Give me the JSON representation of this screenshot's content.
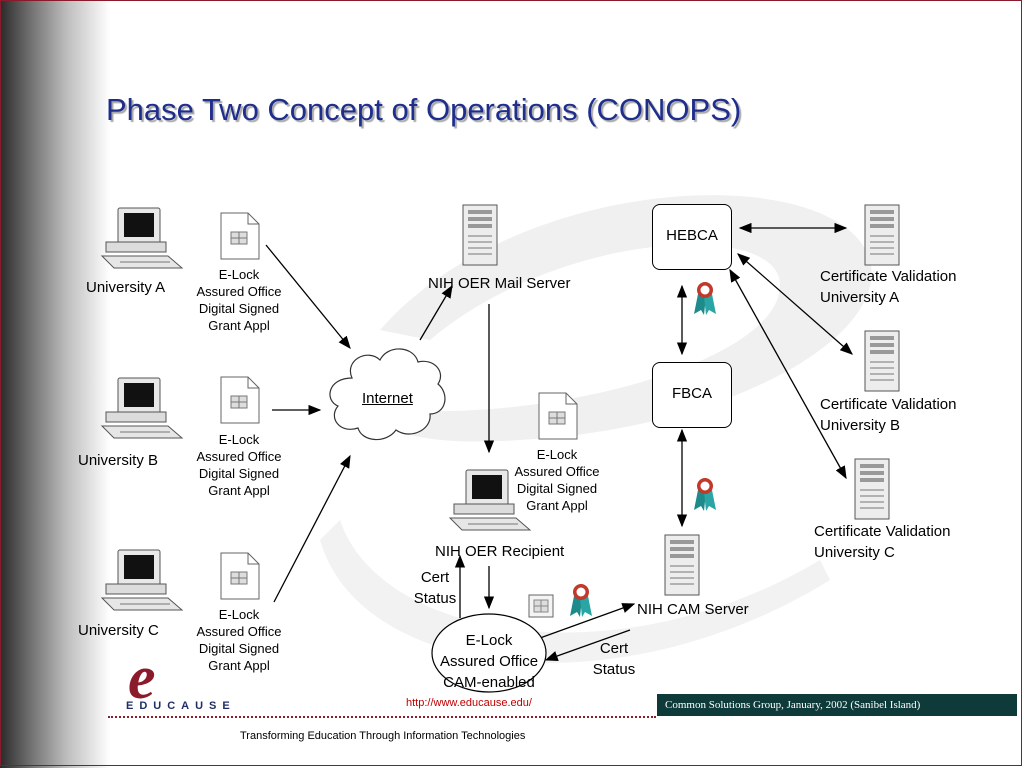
{
  "title": "Phase Two Concept of Operations (CONOPS)",
  "universities": [
    {
      "name": "University A",
      "doc_lines": [
        "E-Lock",
        "Assured Office",
        "Digital Signed",
        "Grant Appl"
      ]
    },
    {
      "name": "University B",
      "doc_lines": [
        "E-Lock",
        "Assured Office",
        "Digital Signed",
        "Grant Appl"
      ]
    },
    {
      "name": "University C",
      "doc_lines": [
        "E-Lock",
        "Assured Office",
        "Digital Signed",
        "Grant Appl"
      ]
    }
  ],
  "internet": "Internet",
  "mail_server": "NIH OER Mail Server",
  "recipient": {
    "name": "NIH OER Recipient",
    "doc_lines": [
      "E-Lock",
      "Assured Office",
      "Digital Signed",
      "Grant Appl"
    ]
  },
  "hebca": "HEBCA",
  "fbca": "FBCA",
  "cam_server": "NIH CAM Server",
  "cert_validation": [
    {
      "line1": "Certificate Validation",
      "line2": "University A"
    },
    {
      "line1": "Certificate Validation",
      "line2": "University B"
    },
    {
      "line1": "Certificate Validation",
      "line2": "University C"
    }
  ],
  "elock_oval": [
    "E-Lock",
    "Assured Office",
    "CAM-enabled"
  ],
  "cert_status_left": [
    "Cert",
    "Status"
  ],
  "cert_status_right": [
    "Cert",
    "Status"
  ],
  "footer": {
    "url": "http://www.educause.edu/",
    "tagline": "Transforming Education Through Information Technologies",
    "credit": "Common Solutions Group, January, 2002 (Sanibel Island)",
    "brand": "EDUCAUSE",
    "brand_letter": "e"
  },
  "icons": [
    "desktop-computer-icon",
    "document-icon",
    "server-tower-icon",
    "cloud-icon",
    "award-ribbon-icon"
  ],
  "colors": {
    "title": "#1f2e8c",
    "frame": "#8b1a2a",
    "footer_bar": "#0e3a3a",
    "url": "#c00000",
    "ribbon": "#1d8b8b",
    "seal": "#c0392b"
  }
}
